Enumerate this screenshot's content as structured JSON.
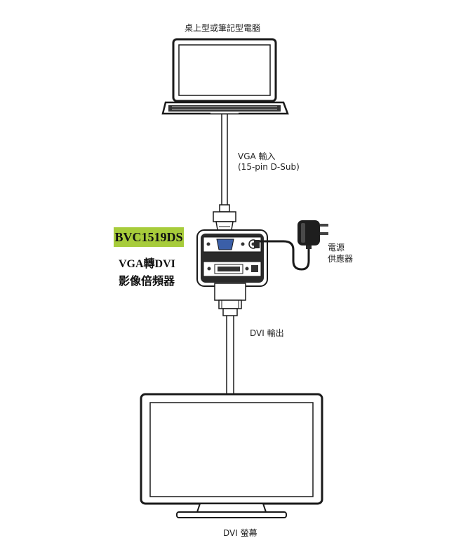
{
  "labels": {
    "laptop": "桌上型或筆記型電腦",
    "vga_in_line1": "VGA 輸入",
    "vga_in_line2": "(15-pin D-Sub)",
    "power_line1": "電源",
    "power_line2": "供應器",
    "dvi_out": "DVI 輸出",
    "monitor": "DVI 螢幕"
  },
  "product": {
    "model": "BVC1519DS",
    "line1": "VGA轉DVI",
    "line2": "影像倍頻器"
  },
  "colors": {
    "badge": "#a7cc3b",
    "outline": "#1a1a1a",
    "vga_port": "#3b5fa8"
  },
  "icons": [
    "laptop-icon",
    "vga-cable-icon",
    "converter-box-icon",
    "power-adapter-icon",
    "dvi-cable-icon",
    "monitor-icon"
  ]
}
